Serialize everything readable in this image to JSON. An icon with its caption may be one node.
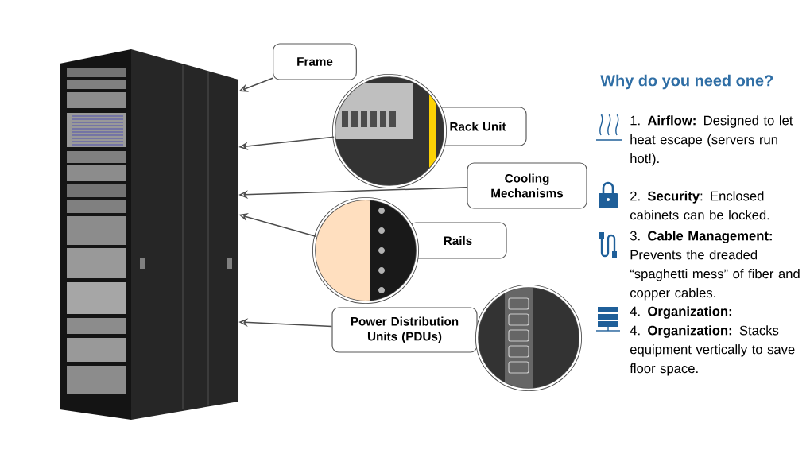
{
  "diagram": {
    "title": "Why do you need one?",
    "nodes": [
      {
        "text": [],
        "shape": "picture"
      },
      {
        "text": [
          "Frame"
        ]
      },
      {
        "text": [],
        "shape": "picture"
      },
      {
        "text": [
          "Rack Unit"
        ]
      },
      {
        "text": [
          "Cooling Mechanisms"
        ]
      },
      {
        "text": [],
        "shape": "picture"
      },
      {
        "text": [
          "Rails"
        ]
      },
      {
        "text": [
          "Power Distribution Units (PDUs)"
        ]
      },
      {
        "text": [],
        "shape": "picture"
      }
    ],
    "edges": [
      {
        "from": 1,
        "to": 0,
        "arrow": "to"
      },
      {
        "from": 2,
        "to": 0,
        "arrow": "to"
      },
      {
        "from": 4,
        "to": 0,
        "arrow": "to"
      },
      {
        "from": 5,
        "to": 0,
        "arrow": "to"
      },
      {
        "from": 7,
        "to": 0,
        "arrow": "to"
      }
    ],
    "labels": [
      "1. **Airflow:** Designed to let heat escape (servers run hot!).",
      "2. **Security**: Enclosed cabinets can be locked.",
      "3. **Cable Management:** Prevents the dreaded “spaghetti mess” of fiber and copper cables.",
      "4. **Organization:**",
      "4. **Organization:** Stacks equipment vertically to save floor space."
    ]
  }
}
